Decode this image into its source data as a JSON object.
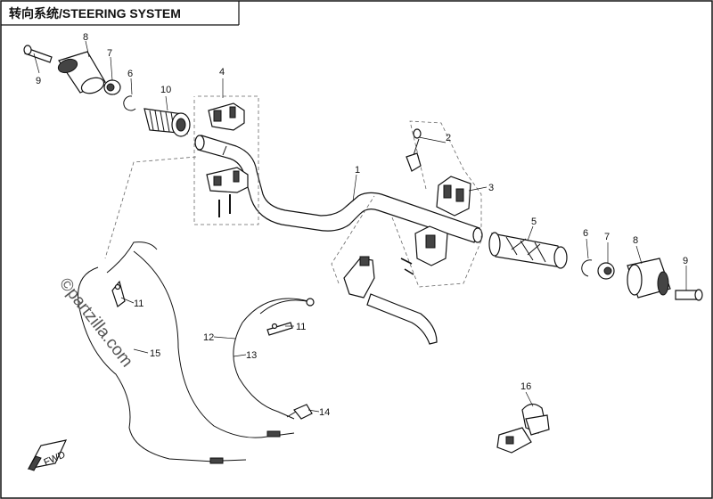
{
  "title": "转向系统/STEERING SYSTEM",
  "watermark": "©partzilla.com",
  "callouts": {
    "c1": "1",
    "c2": "2",
    "c3": "3",
    "c4": "4",
    "c5": "5",
    "c6_left": "6",
    "c6_right": "6",
    "c7_left": "7",
    "c7_right": "7",
    "c8_left": "8",
    "c8_right": "8",
    "c9_left": "9",
    "c9_right": "9",
    "c10": "10",
    "c11_left": "11",
    "c11_right": "11",
    "c12": "12",
    "c13": "13",
    "c14": "14",
    "c15": "15",
    "c16": "16"
  },
  "direction_badge": "FWD"
}
